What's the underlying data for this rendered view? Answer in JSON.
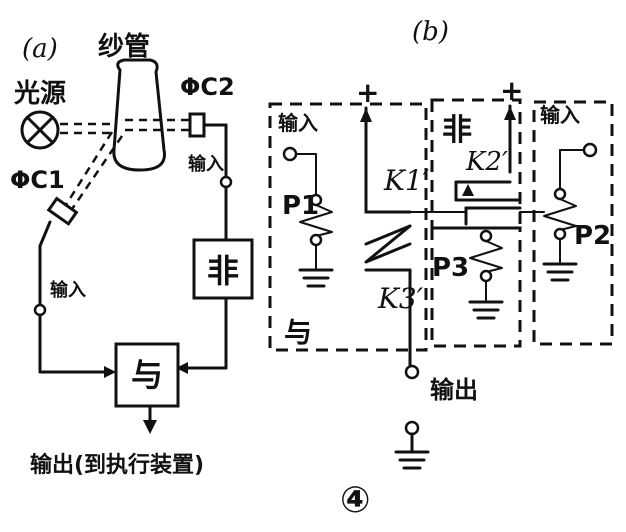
{
  "labels": {
    "part_a": "(a)",
    "part_b": "(b)",
    "tube": "纱管",
    "light_source": "光源",
    "phi_c1": "ΦC1",
    "phi_c2": "ΦC2",
    "input": "输入",
    "not_gate": "非",
    "and_gate": "与",
    "output_a": "输出(到执行装置)",
    "output_b": "输出",
    "plus": "+",
    "k1": "K1′",
    "k2": "K2′",
    "k3": "K3′",
    "p1": "P1",
    "p2": "P2",
    "p3": "P3",
    "figure_number": "④"
  }
}
